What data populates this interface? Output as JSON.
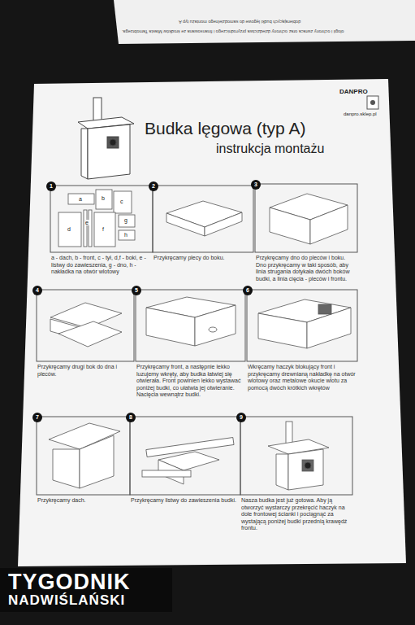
{
  "diagram": {
    "title": "Budka lęgowa (typ A)",
    "nodes": [
      {
        "text": [
          "1",
          "a - dach, b - front, c - tył, d,f - boki, e - listwy do zawieszenia, g - dno, h - nakładka na otwór wlotowy"
        ]
      },
      {
        "text": [
          "2",
          "Przykręcamy plecy do boku."
        ]
      },
      {
        "text": [
          "3",
          "Przykręcamy dno do pleców i boku. Dno przykręcamy w taki sposób, aby linia strugania dotykała dwóch boków budki, a linia cięcia - pleców i frontu."
        ]
      },
      {
        "text": [
          "4",
          "Przykręcamy drugi bok do dna i pleców."
        ]
      },
      {
        "text": [
          "5",
          "Przykręcamy front, a następnie lekko luzujemy wkręty, aby budka łatwiej się otwierała. Front powinien lekko wystawać poniżej budki, co ułatwia jej otwieranie. Nacięcia wewnątrz budki."
        ]
      },
      {
        "text": [
          "6",
          "Wkręcamy haczyk blokujący front i przykręcamy drewnianą nakładkę na otwór wlotowy oraz metalowe okucie wlotu za pomocą dwóch krótkich wkrętów"
        ]
      },
      {
        "text": [
          "7",
          "Przykręcamy dach."
        ]
      },
      {
        "text": [
          "8",
          "Przykręcamy listwy do zawieszenia budki."
        ]
      },
      {
        "text": [
          "9",
          "Nasza budka jest już gotowa. Aby ją otworzyć wystarczy przekręcić haczyk na dole frontowej ścianki i pociągnąć za wystającą poniżej budki przednią krawędź frontu."
        ]
      }
    ],
    "labels": [
      "instrukcja montażu",
      "DANPRO",
      "danpro.sklep.pl",
      "a",
      "b",
      "c",
      "d",
      "e",
      "f",
      "g",
      "h",
      "ologii i ochrony zwraca oraz ochrony dziedzictwa przyrodniczego i finansowana ze środków Miasta Tarnobrzega.",
      "dobierających budki lęgowe do samodzielnego montażu typ A",
      "TYGODNIK",
      "NADWIŚLAŃSKI"
    ]
  }
}
